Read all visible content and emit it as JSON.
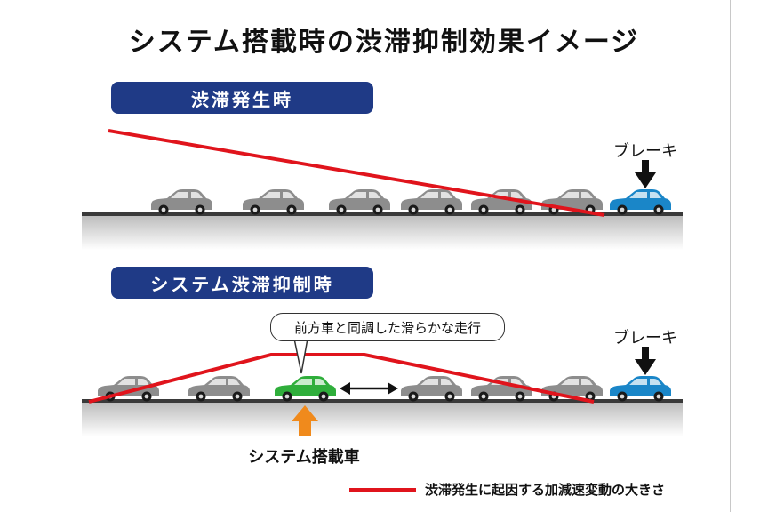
{
  "title": "システム搭載時の渋滞抑制効果イメージ",
  "section_without": {
    "label": "渋滞発生時",
    "brake_label": "ブレーキ"
  },
  "section_with": {
    "label": "システム渋滞抑制時",
    "brake_label": "ブレーキ",
    "callout": "前方車と同調した滑らかな走行",
    "equipped_label": "システム搭載車"
  },
  "legend": {
    "text": "渋滞発生に起因する加減速変動の大きさ",
    "color": "#e0141c"
  },
  "colors": {
    "pill": "#1f3a86",
    "car_gray": "#8d8d8d",
    "car_lead": "#1a86c8",
    "car_equipped": "#2fae3b",
    "curve": "#e0141c",
    "equipped_arrow": "#f08a1c"
  }
}
